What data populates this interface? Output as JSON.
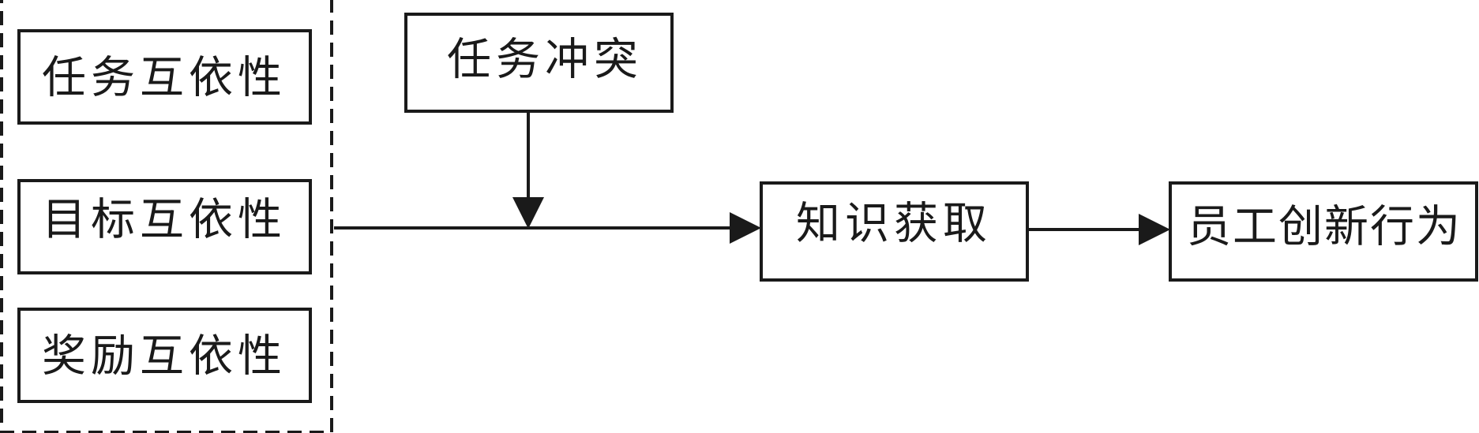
{
  "diagram": {
    "nodes": {
      "task_interdependence": "任务互依性",
      "goal_interdependence": "目标互依性",
      "reward_interdependence": "奖励互依性",
      "task_conflict": "任务冲突",
      "knowledge_acquisition": "知识获取",
      "employee_innovation": "员工创新行为"
    },
    "stroke_color": "#1a1a1a",
    "background_color": "#ffffff"
  }
}
